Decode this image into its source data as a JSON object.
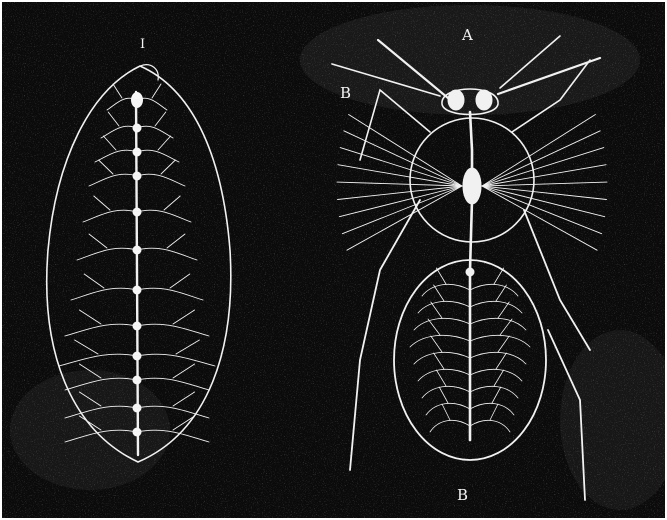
{
  "figure": {
    "background_color": "#0b0b0b",
    "line_color": "#f1f1f1",
    "labels": {
      "a": "A",
      "b_top": "B",
      "b_bottom": "B",
      "i": "I"
    }
  }
}
